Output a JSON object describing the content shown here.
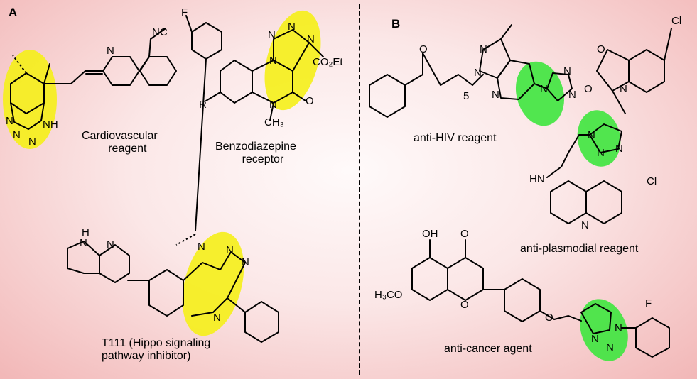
{
  "panels": [
    {
      "letter": "A",
      "compounds": [
        {
          "caption": [
            "Cardiovascular",
            "reagent"
          ],
          "atoms": [
            "N",
            "N",
            "N",
            "NH",
            "N",
            "NC"
          ]
        },
        {
          "caption": [
            "Benzodiazepine",
            "receptor"
          ],
          "atoms": [
            "N",
            "N",
            "N",
            "N",
            "CO₂Et",
            "R",
            "N",
            "CH₃",
            "O"
          ]
        },
        {
          "caption": [
            "T111 (Hippo signaling",
            "pathway inhibitor)"
          ],
          "atoms": [
            "F",
            "H",
            "N",
            "N",
            "N",
            "N",
            "N",
            "N"
          ]
        }
      ]
    },
    {
      "letter": "B",
      "compounds": [
        {
          "caption": [
            "anti-HIV reagent"
          ],
          "atoms": [
            "O",
            "N",
            "N",
            "N",
            "5",
            "N",
            "N",
            "N"
          ]
        },
        {
          "caption": [
            "anti-plasmodial reagent"
          ],
          "atoms": [
            "Cl",
            "O",
            "O",
            "N",
            "N",
            "N",
            "N",
            "HN",
            "N",
            "Cl"
          ]
        },
        {
          "caption": [
            "anti-cancer agent"
          ],
          "atoms": [
            "OH",
            "O",
            "H₃CO",
            "O",
            "O",
            "N",
            "N",
            "N",
            "F"
          ]
        }
      ]
    }
  ],
  "highlight_colors": {
    "panel_A": "#f5f018",
    "panel_B": "#3ee63e"
  }
}
